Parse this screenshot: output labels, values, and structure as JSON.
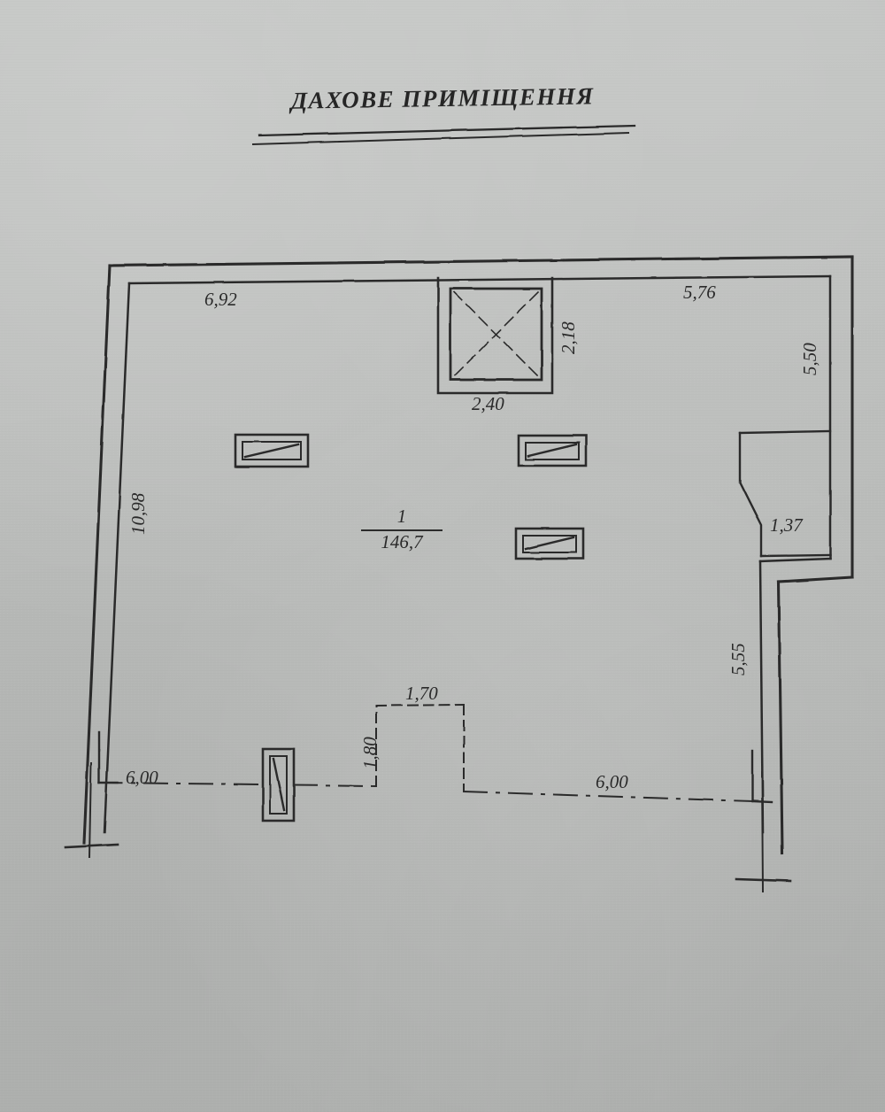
{
  "document": {
    "type": "floor-plan",
    "title": "ДАХОВЕ ПРИМІЩЕННЯ",
    "language": "uk"
  },
  "room": {
    "number": "1",
    "area": "146,7"
  },
  "dimensions": {
    "top_left": "6,92",
    "top_right": "5,76",
    "left_wall": "10,98",
    "right_wall_upper": "5,50",
    "right_wall_lower": "5,55",
    "shaft_width": "2,40",
    "shaft_height": "2,18",
    "alcove": "1,37",
    "notch_width": "1,70",
    "notch_height": "1,80",
    "axis_left": "6,00",
    "axis_right": "6,00"
  },
  "symbols": {
    "skylight_shaft": "roof-shaft-symbol",
    "window_openings": [
      "window-symbol-left",
      "window-symbol-upper-right",
      "window-symbol-lower-right",
      "window-symbol-bottom-vertical"
    ]
  },
  "colors": {
    "paper": "#bcbebc",
    "ink": "#2b2b2b"
  }
}
